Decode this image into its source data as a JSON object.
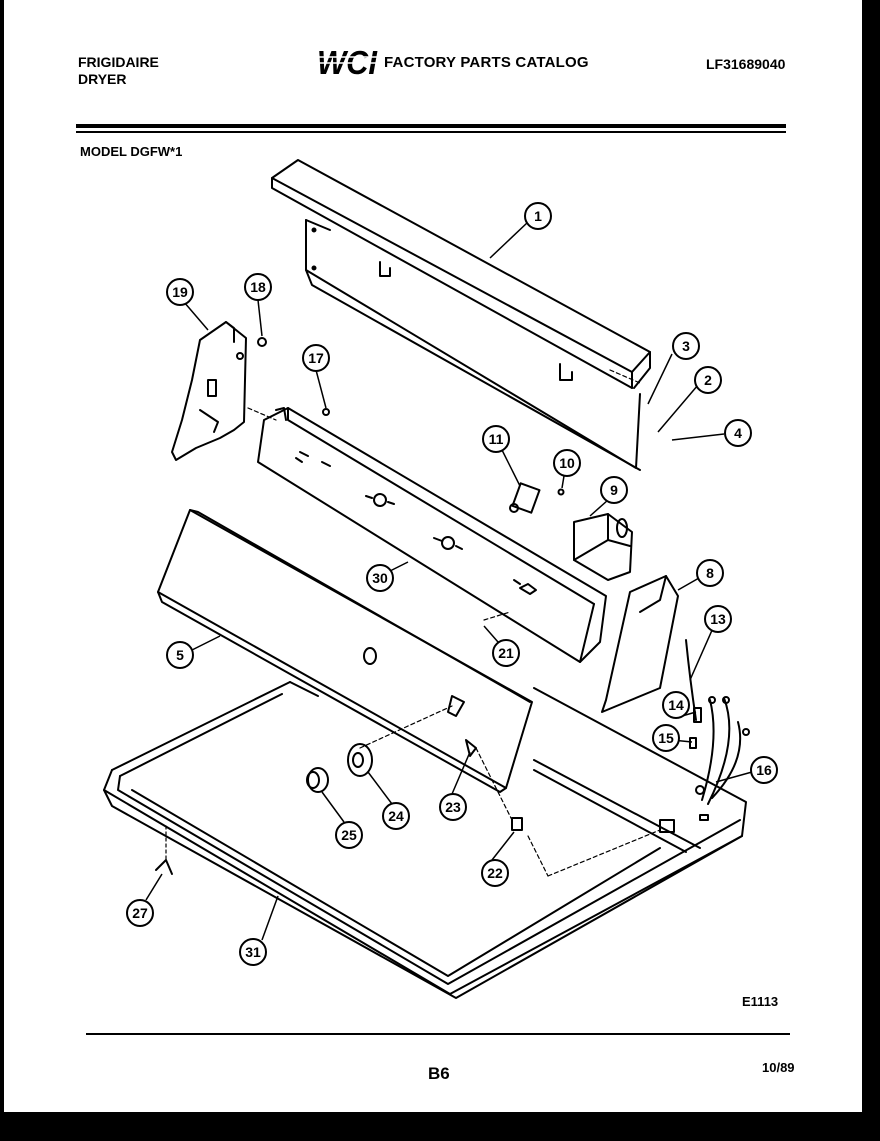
{
  "header": {
    "brand_line1": "FRIGIDAIRE",
    "brand_line2": "DRYER",
    "logo_text": "WCI",
    "catalog_title": "FACTORY PARTS CATALOG",
    "part_number": "LF31689040",
    "model": "MODEL DGFW*1"
  },
  "footer": {
    "diagram_code": "E1113",
    "page_number": "B6",
    "date": "10/89"
  },
  "callouts": [
    "1",
    "2",
    "3",
    "4",
    "5",
    "8",
    "9",
    "10",
    "11",
    "13",
    "14",
    "15",
    "16",
    "17",
    "18",
    "19",
    "21",
    "22",
    "23",
    "24",
    "25",
    "27",
    "30",
    "31"
  ]
}
